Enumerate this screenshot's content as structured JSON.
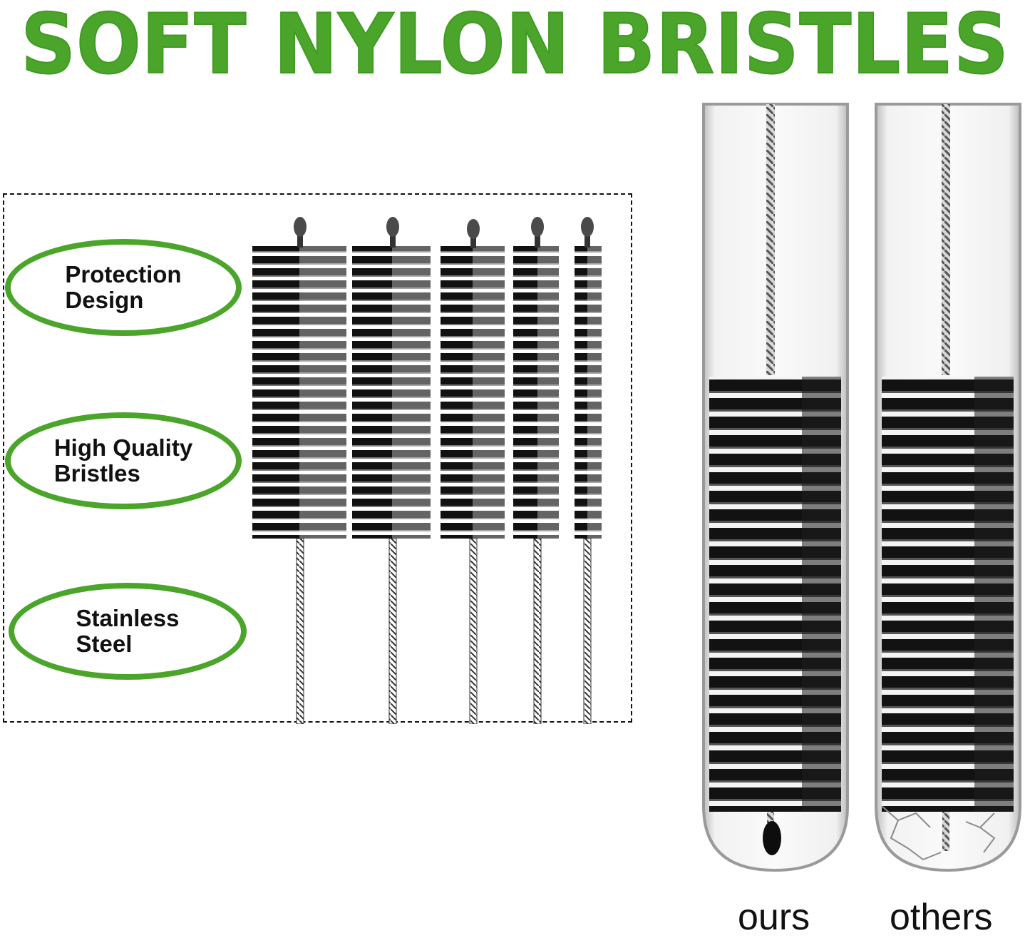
{
  "headline": "SOFT NYLON BRISTLES",
  "features": [
    {
      "label": "Protection\nDesign"
    },
    {
      "label": "High Quality\nBristles"
    },
    {
      "label": "Stainless\nSteel"
    }
  ],
  "comparison": {
    "ours_label": "ours",
    "others_label": "others"
  },
  "colors": {
    "accent": "#4aa52a",
    "bristle": "#111111"
  }
}
